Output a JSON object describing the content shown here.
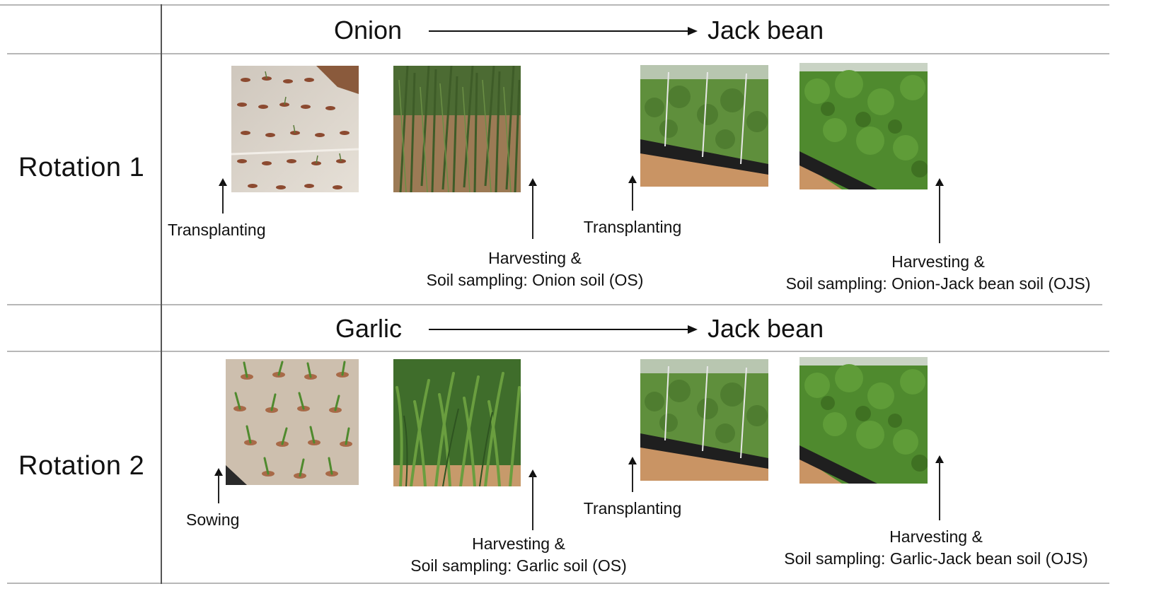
{
  "rotations": [
    {
      "label": "Rotation 1",
      "crop_first": "Onion",
      "crop_second": "Jack bean",
      "photos": [
        {
          "subject": "onion-transplants",
          "caption_lines": [
            "Transplanting"
          ]
        },
        {
          "subject": "onion-mature",
          "caption_lines": [
            "Harvesting &",
            "Soil sampling: Onion soil (OS)"
          ]
        },
        {
          "subject": "jack-bean-young",
          "caption_lines": [
            "Transplanting"
          ]
        },
        {
          "subject": "jack-bean-mature",
          "caption_lines": [
            "Harvesting &",
            "Soil sampling: Onion-Jack bean soil (OJS)"
          ]
        }
      ]
    },
    {
      "label": "Rotation 2",
      "crop_first": "Garlic",
      "crop_second": "Jack bean",
      "photos": [
        {
          "subject": "garlic-seedlings",
          "caption_lines": [
            "Sowing"
          ]
        },
        {
          "subject": "garlic-mature",
          "caption_lines": [
            "Harvesting &",
            "Soil sampling: Garlic soil (OS)"
          ]
        },
        {
          "subject": "jack-bean-young",
          "caption_lines": [
            "Transplanting"
          ]
        },
        {
          "subject": "jack-bean-mature",
          "caption_lines": [
            "Harvesting &",
            "Soil sampling: Garlic-Jack bean soil (OJS)"
          ]
        }
      ]
    }
  ],
  "colors": {
    "rule_light": "#b7b7b7",
    "rule_dark": "#555555",
    "arrow": "#111111"
  }
}
